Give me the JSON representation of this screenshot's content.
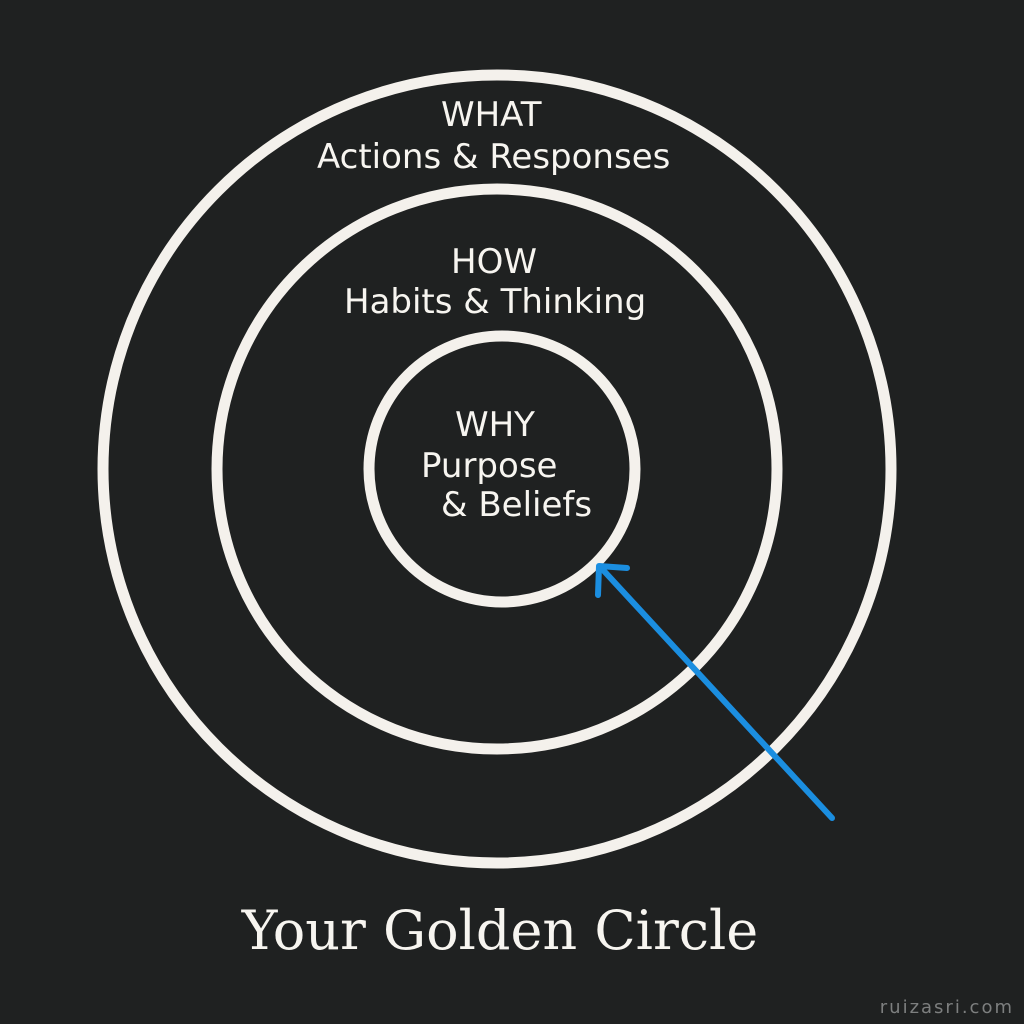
{
  "diagram": {
    "rings": [
      {
        "id": "outer",
        "heading": "WHAT",
        "caption": "Actions & Responses"
      },
      {
        "id": "middle",
        "heading": "HOW",
        "caption": "Habits & Thinking"
      },
      {
        "id": "inner",
        "heading": "WHY",
        "caption_line1": "Purpose",
        "caption_line2": "& Beliefs"
      }
    ],
    "title": "Your Golden Circle",
    "watermark": "ruizasri.com",
    "colors": {
      "background": "#1f2121",
      "ring": "#f4f1ec",
      "arrow": "#1b8ee0",
      "text": "#f7f5f0"
    }
  }
}
